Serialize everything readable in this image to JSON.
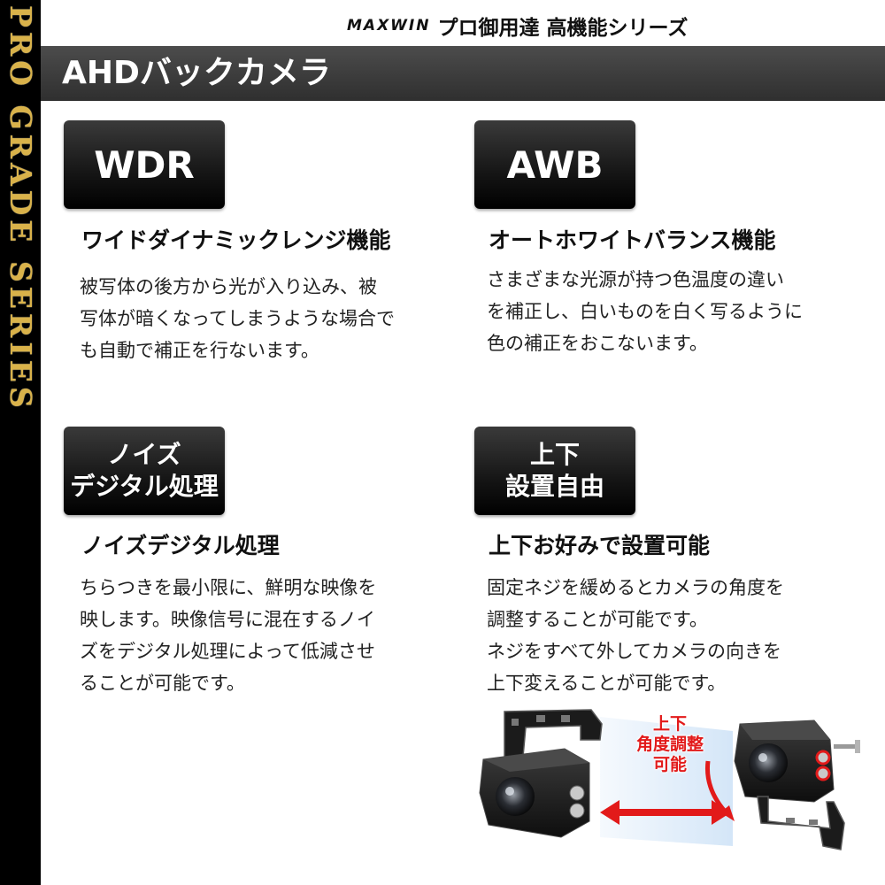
{
  "sidebar": {
    "text": "PRO GRADE SERIES"
  },
  "brand": {
    "logo": "MAXWIN",
    "subtitle": "プロ御用達 高機能シリーズ"
  },
  "header": {
    "title": "AHDバックカメラ"
  },
  "features": [
    {
      "badge": [
        "WDR"
      ],
      "title": "ワイドダイナミックレンジ機能",
      "desc": [
        "被写体の後方から光が入り込み、被",
        "写体が暗くなってしまうような場合で",
        "も自動で補正を行ないます。"
      ]
    },
    {
      "badge": [
        "AWB"
      ],
      "title": "オートホワイトバランス機能",
      "desc": [
        "さまざまな光源が持つ色温度の違い",
        "を補正し、白いものを白く写るように",
        "色の補正をおこないます。"
      ]
    },
    {
      "badge": [
        "ノイズ",
        "デジタル処理"
      ],
      "title": "ノイズデジタル処理",
      "desc": [
        "ちらつきを最小限に、鮮明な映像を",
        "映します。映像信号に混在するノイ",
        "ズをデジタル処理によって低減させ",
        "ることが可能です。"
      ]
    },
    {
      "badge": [
        "上下",
        "設置自由"
      ],
      "title": "上下お好みで設置可能",
      "desc": [
        "固定ネジを緩めるとカメラの角度を",
        "調整することが可能です。",
        "ネジをすべて外してカメラの向きを",
        "上下変えることが可能です。"
      ]
    }
  ],
  "illustration": {
    "annotation": [
      "上下",
      "角度調整",
      "可能"
    ]
  },
  "colors": {
    "accent_gold": "#d9b24a",
    "header_bg": "#3a3a3a",
    "annotation_red": "#e21a1a"
  }
}
